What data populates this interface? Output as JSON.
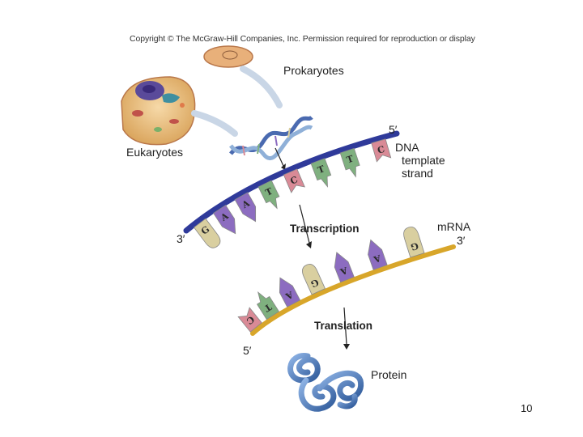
{
  "copyright": "Copyright © The McGraw-Hill Companies, Inc. Permission required for reproduction or display",
  "labels": {
    "prokaryotes": "Prokaryotes",
    "eukaryotes": "Eukaryotes",
    "dna_line1": "DNA",
    "dna_line2": "template",
    "dna_line3": "strand",
    "five_prime_top": "5′",
    "three_prime_left": "3′",
    "transcription": "Transcription",
    "mrna": "mRNA",
    "three_prime_right": "3′",
    "translation": "Translation",
    "five_prime_bottom": "5′",
    "protein": "Protein"
  },
  "dna_bases": [
    "G",
    "A",
    "A",
    "T",
    "C",
    "T",
    "T",
    "C"
  ],
  "mrna_bases": [
    "C",
    "T",
    "A",
    "G",
    "A",
    "A",
    "G"
  ],
  "page_number": "10",
  "colors": {
    "dna_backbone": "#2f3a9a",
    "mrna_backbone": "#d8a62a",
    "base_A": "#8c6cc0",
    "base_T": "#7fb07f",
    "base_C": "#d98a96",
    "base_G": "#d9cfa0",
    "protein": "#4a78b8"
  }
}
